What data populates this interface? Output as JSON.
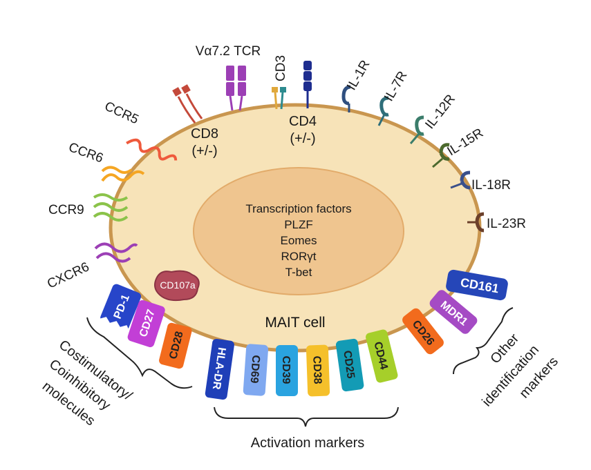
{
  "cell": {
    "name": "MAIT cell",
    "nucleus_lines": [
      "Transcription factors",
      "PLZF",
      "Eomes",
      "RORγt",
      "T-bet"
    ],
    "fill_color": "#f7e3b8",
    "membrane_color": "#c9964f",
    "nucleus_color": "#efc58f"
  },
  "top_receptors": {
    "tcr": "Vα7.2 TCR",
    "cd3": "CD3",
    "cd8": "CD8",
    "cd8_note": "(+/-)",
    "cd4": "CD4",
    "cd4_note": "(+/-)"
  },
  "chemokine_receptors": [
    {
      "label": "CCR5",
      "color": "#ef5a3c"
    },
    {
      "label": "CCR6",
      "color": "#f5a623"
    },
    {
      "label": "CCR9",
      "color": "#8bc34a"
    },
    {
      "label": "CXCR6",
      "color": "#9c3fb5"
    }
  ],
  "cytokine_receptors": [
    {
      "label": "IL-1R",
      "color": "#2f4f7f"
    },
    {
      "label": "IL-7R",
      "color": "#2e6e7a"
    },
    {
      "label": "IL-12R",
      "color": "#3b7d6b"
    },
    {
      "label": "IL-15R",
      "color": "#4c6a2e"
    },
    {
      "label": "IL-18R",
      "color": "#3a4f8a"
    },
    {
      "label": "IL-23R",
      "color": "#6b3f2a"
    }
  ],
  "cd107a": "CD107a",
  "costim_markers": [
    {
      "label": "PD-1",
      "color": "#2745c9"
    },
    {
      "label": "CD27",
      "color": "#c23fd6"
    },
    {
      "label": "CD28",
      "color": "#f26b1d"
    }
  ],
  "activation_markers": [
    {
      "label": "HLA-DR",
      "color": "#1f3fb8"
    },
    {
      "label": "CD69",
      "color": "#7fa8f0"
    },
    {
      "label": "CD39",
      "color": "#2aa3e0"
    },
    {
      "label": "CD38",
      "color": "#f5c02b"
    },
    {
      "label": "CD25",
      "color": "#139bb5"
    },
    {
      "label": "CD44",
      "color": "#a6cf2a"
    }
  ],
  "other_markers": [
    {
      "label": "CD161",
      "color": "#2546b8"
    },
    {
      "label": "MDR1",
      "color": "#a54bc4"
    },
    {
      "label": "CD26",
      "color": "#f26b1d"
    }
  ],
  "groups": {
    "costim_lines": [
      "Costimulatory/",
      "Coinhibitory",
      "molecules"
    ],
    "activation": "Activation markers",
    "other_lines": [
      "Other",
      "identification",
      "markers"
    ]
  }
}
